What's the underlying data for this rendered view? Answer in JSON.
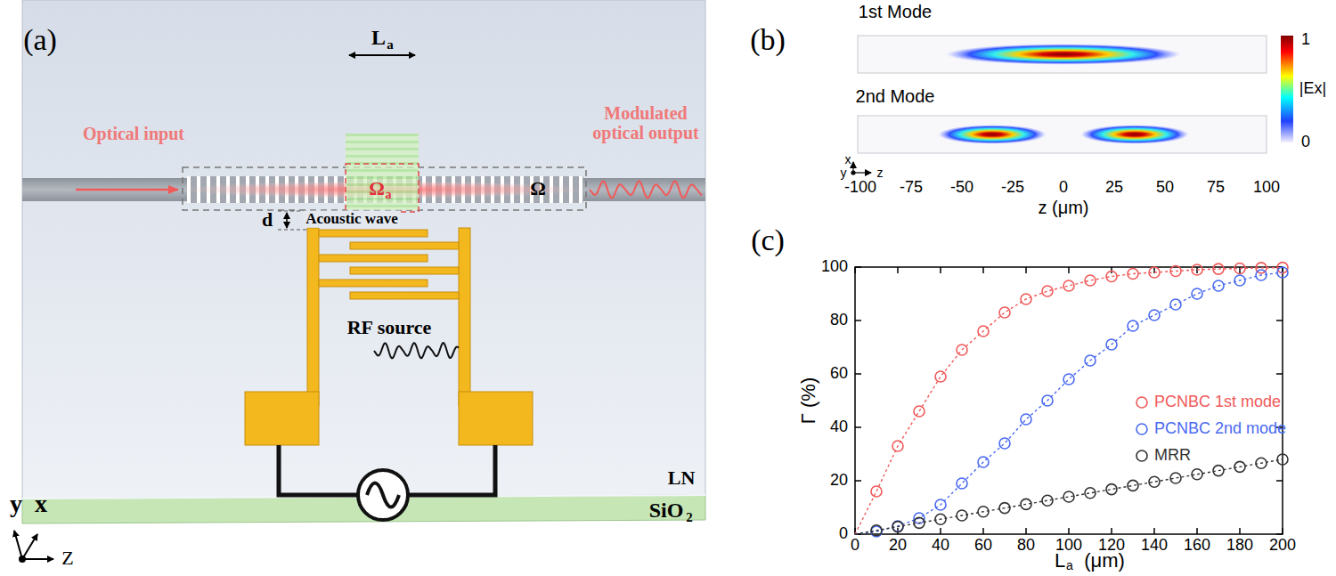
{
  "diagram": {
    "labels": [
      "(a)",
      "L",
      "a",
      "Optical input",
      "Modulated optical output",
      "Ω",
      "a",
      "Ω",
      "Acoustic wave",
      "d",
      "RF source",
      "LN",
      "SiO",
      "2",
      "y",
      "x",
      "Z",
      "(b)",
      "1st Mode",
      "2nd Mode",
      "x",
      "y",
      "z",
      "-100",
      "-75",
      "-50",
      "-25",
      "0",
      "25",
      "50",
      "75",
      "100",
      "z (μm)",
      "1",
      "|Ex|",
      "0",
      "(c)",
      "0",
      "20",
      "40",
      "60",
      "80",
      "100",
      "0",
      "20",
      "40",
      "60",
      "80",
      "100",
      "120",
      "140",
      "160",
      "180",
      "200",
      "Γ (%)",
      "L",
      "a",
      "(μm)"
    ],
    "legend": [
      {
        "text": "PCNBC 1st mode"
      },
      {
        "text": "PCNBC 2nd mode"
      },
      {
        "text": "MRR"
      }
    ]
  }
}
